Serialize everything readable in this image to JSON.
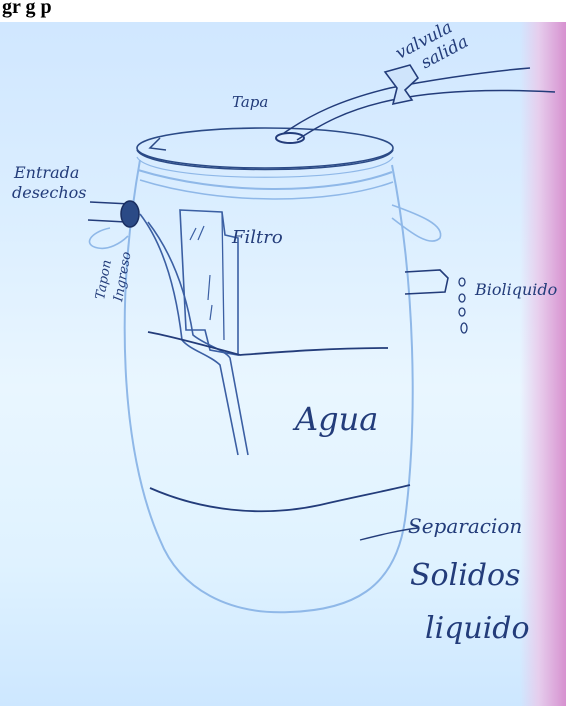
{
  "caption": "gr                                                                          g                       p",
  "labels": {
    "valvula": "valvula",
    "salida": "salida",
    "tapa": "Tapa",
    "entrada": "Entrada",
    "desechos": "desechos",
    "tapon": "Tapon",
    "ingreso": "Ingreso",
    "filtro": "Filtro",
    "bioliquido": "Bioliquido",
    "agua": "Agua",
    "separacion": "Separacion",
    "solidos": "Solidos",
    "liquido": "liquido"
  },
  "colors": {
    "ink": "#233c7a",
    "paper": "#dbeeff",
    "edge": "#d78ccd"
  }
}
